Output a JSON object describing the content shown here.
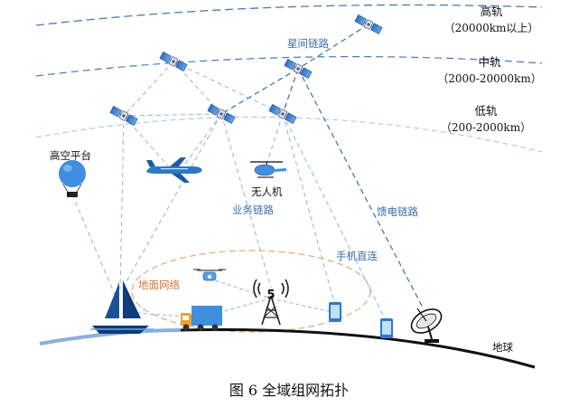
{
  "orbits": {
    "high": {
      "name": "高轨",
      "range": "（20000km以上）"
    },
    "mid": {
      "name": "中轨",
      "range": "（2000-20000km）"
    },
    "low": {
      "name": "低轨",
      "range": "（200-2000km）"
    }
  },
  "links": {
    "inter_satellite": "星间链路",
    "service": "业务链路",
    "feeder": "馈电链路",
    "direct_to_phone": "手机直连"
  },
  "nodes": {
    "high_altitude_platform": "高空平台",
    "uav": "无人机",
    "ground_network": "地面网络",
    "earth": "地球",
    "base_station_label": "5"
  },
  "caption": "图 6  全域组网拓扑",
  "colors": {
    "orbit_line": "#4a78b8",
    "link_line": "#8fb6dc",
    "ground_ellipse": "#e8a878",
    "earth_left": "#8ab0dc",
    "earth_right": "#111111"
  }
}
